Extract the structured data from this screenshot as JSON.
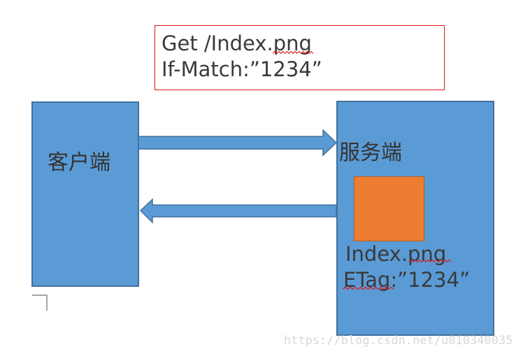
{
  "request_box": {
    "line1": "Get /Index.png",
    "line2": "If-Match:”1234”"
  },
  "client_box": {
    "label": "客户端"
  },
  "server_box": {
    "label": "服务端",
    "file_name": "Index.png",
    "etag": "ETag:”1234”"
  },
  "watermark": {
    "text": "https://blog.csdn.net/u010340035"
  },
  "colors": {
    "node_fill": "#5b9bd5",
    "node_border": "#41719c",
    "file_fill": "#ed7d31",
    "file_border": "#b45d23",
    "request_box_border": "#e01414",
    "squiggle": "#e01414",
    "text": "#3a3a3a",
    "watermark": "#d5d5d5",
    "corner_mark": "#a6a6a6"
  }
}
